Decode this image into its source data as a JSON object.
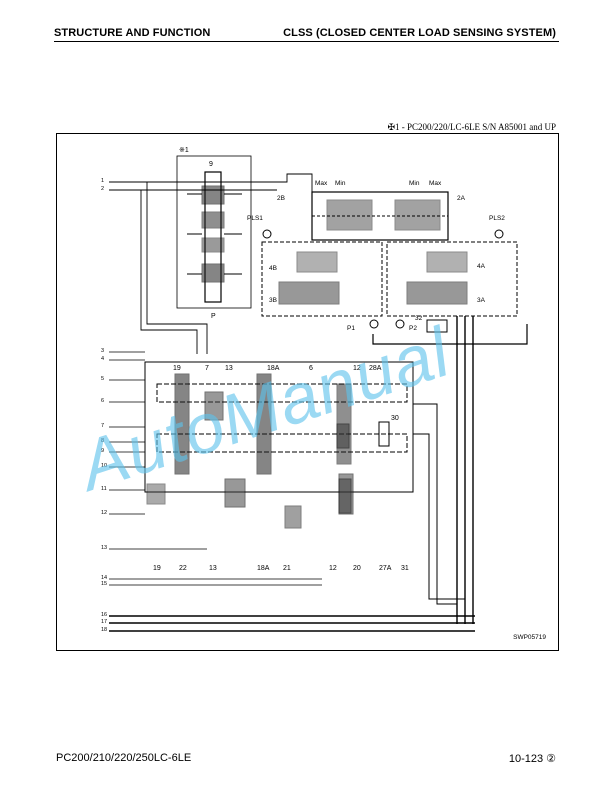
{
  "header": {
    "left": "STRUCTURE AND FUNCTION",
    "right": "CLSS (CLOSED CENTER LOAD SENSING SYSTEM)"
  },
  "note": "✠1 - PC200/220/LC-6LE S/N A85001 and UP",
  "diagram": {
    "drawing_code": "SWP05719",
    "inset_mark": "※1",
    "inset_labels": [
      "9",
      "P"
    ],
    "pump_labels": [
      "2B",
      "2A",
      "Max",
      "Min",
      "Min",
      "Max",
      "PLS1",
      "PLS2",
      "4B",
      "4A",
      "3B",
      "3A",
      "P1",
      "P2",
      "32"
    ],
    "valve_labels": [
      "19",
      "7",
      "13",
      "18A",
      "6",
      "12",
      "28A",
      "30",
      "19",
      "22",
      "13",
      "18A",
      "21",
      "12",
      "20",
      "27A",
      "31"
    ],
    "port_numbers": [
      "1",
      "2",
      "3",
      "4",
      "5",
      "6",
      "7",
      "8",
      "9",
      "10",
      "11",
      "12",
      "13",
      "14",
      "15",
      "16",
      "17",
      "18"
    ]
  },
  "watermark": "AutoManual",
  "footer": {
    "left": "PC200/210/220/250LC-6LE",
    "right": "10-123 ②"
  }
}
